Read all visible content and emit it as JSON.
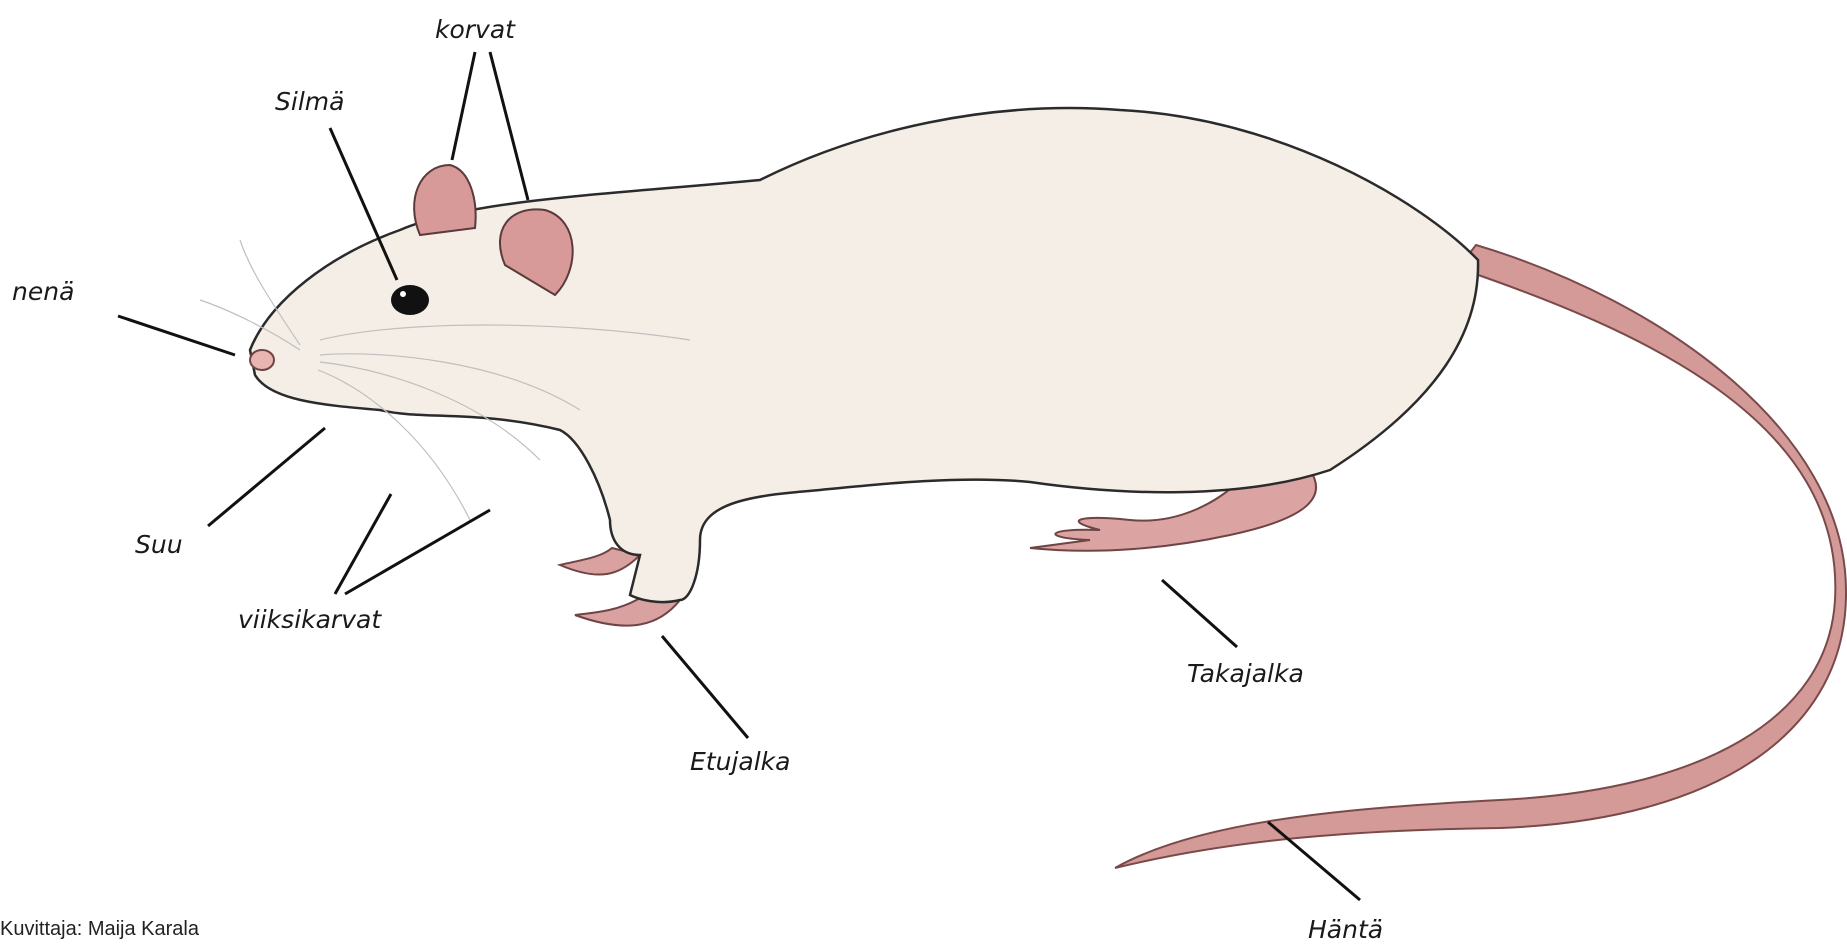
{
  "labels": {
    "korvat": "korvat",
    "silma": "Silmä",
    "nena": "nenä",
    "suu": "Suu",
    "viiksikarvat": "viiksikarvat",
    "etujalka": "Etujalka",
    "takajalka": "Takajalka",
    "hanta": "Häntä"
  },
  "credit": "Kuvittaja: Maija Karala",
  "colors": {
    "body": "#f4eee6",
    "pink": "#d79a98",
    "line": "#111111"
  }
}
